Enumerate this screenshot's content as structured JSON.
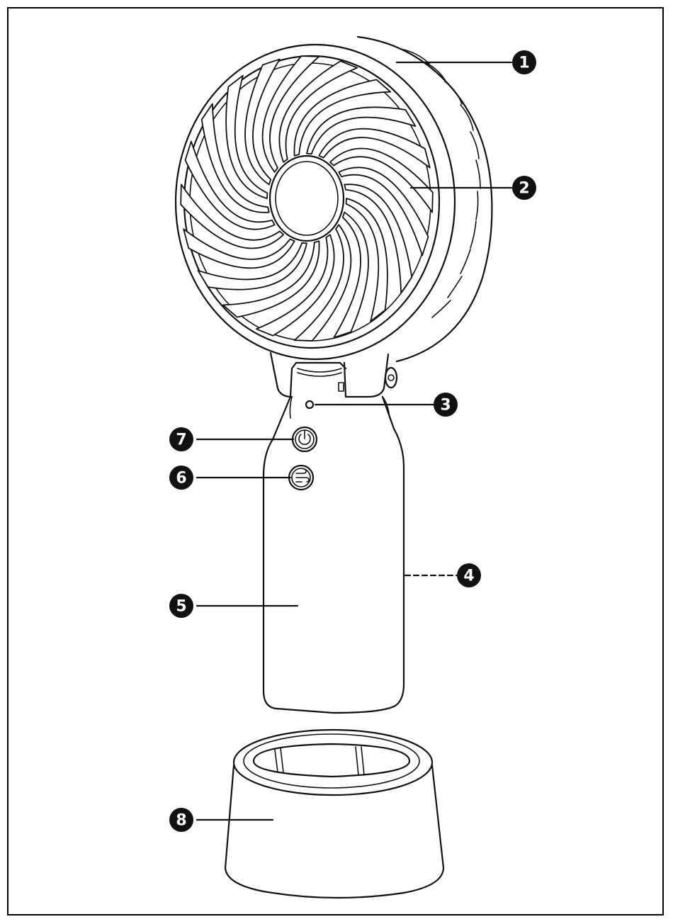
{
  "callouts": [
    {
      "number": "1",
      "part": "fan-guard",
      "line": "solid"
    },
    {
      "number": "2",
      "part": "fan-blades",
      "line": "solid"
    },
    {
      "number": "3",
      "part": "led-indicator",
      "line": "solid"
    },
    {
      "number": "4",
      "part": "charging-port-back",
      "line": "dashed"
    },
    {
      "number": "5",
      "part": "handle",
      "line": "solid"
    },
    {
      "number": "6",
      "part": "mode-button",
      "line": "solid"
    },
    {
      "number": "7",
      "part": "power-button",
      "line": "solid"
    },
    {
      "number": "8",
      "part": "base-stand",
      "line": "solid"
    }
  ],
  "icons": {
    "power": "power-icon",
    "mode": "wind-icon"
  },
  "colors": {
    "line": "#111111",
    "badge": "#111111",
    "background": "#ffffff"
  }
}
